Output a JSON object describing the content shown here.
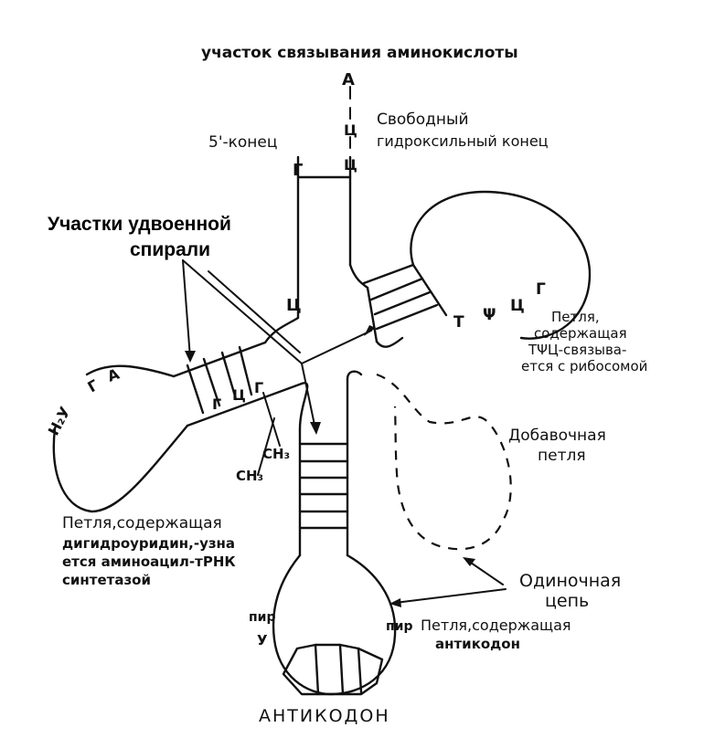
{
  "labels": {
    "amino_site": "участок связывания аминокислоты",
    "free_end_1": "Свободный",
    "free_end_2": "гидроксильный конец",
    "five_prime": "5'-конец",
    "helix_1": "Участки удвоенной",
    "helix_2": "спирали",
    "tpsic_1": "Петля,",
    "tpsic_2": "содержащая",
    "tpsic_3": "ТΨЦ-связыва-",
    "tpsic_4": "ется с рибосомой",
    "extra_1": "Добавочная",
    "extra_2": "петля",
    "dihydro_1": "Петля,содержащая",
    "dihydro_2": "дигидроуридин,-узна",
    "dihydro_3": "ется аминоацил-тРНК",
    "dihydro_4": "синтетазой",
    "single_1": "Одиночная",
    "single_2": "цепь",
    "anticodon_loop_1": "Петля,содержащая",
    "anticodon_loop_2": "антикодон",
    "anticodon": "АНТИКОДОН"
  },
  "nucleotides": {
    "a_top": "А",
    "c1": "Ц",
    "c2": "Ц",
    "g_top": "Г",
    "c_left": "Ц",
    "t_loop": "Т",
    "psi": "Ψ",
    "c_loop": "Ц",
    "g_loop": "Г",
    "h2u": "Н₂У",
    "g_d": "Г",
    "a_d": "А",
    "g_stem": "Г",
    "c_stem": "Ц",
    "g_stem2": "Г",
    "ch3": "СН₃",
    "ch3b": "СН₃",
    "pur_left": "пир",
    "u_left": "У",
    "pur_right": "пир"
  }
}
